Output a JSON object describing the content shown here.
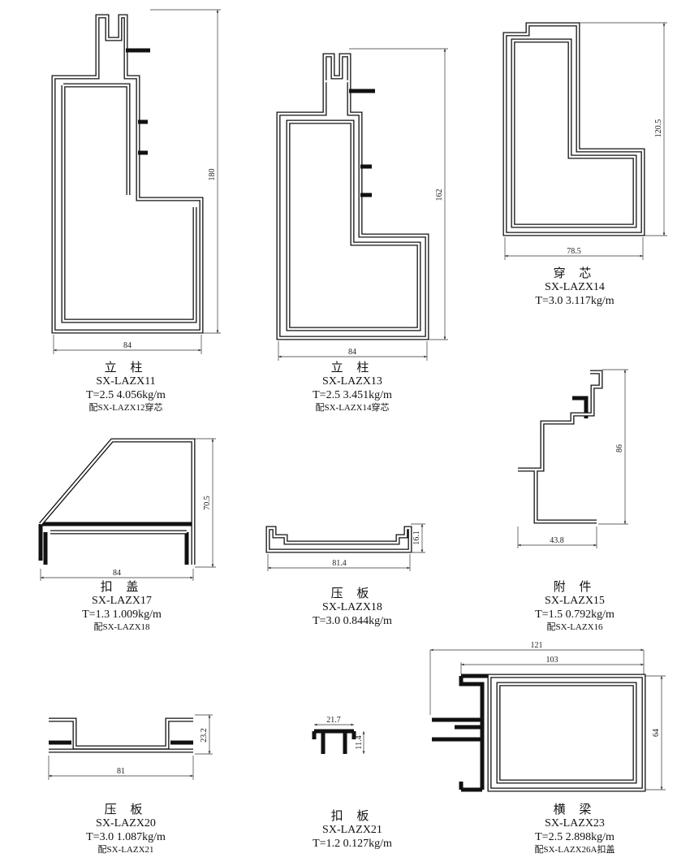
{
  "profiles": [
    {
      "name": "立 柱",
      "code": "SX-LAZX11",
      "spec": "T=2.5 4.056kg/m",
      "match": "配SX-LAZX12穿芯",
      "dims": [
        "180",
        "84"
      ]
    },
    {
      "name": "立 柱",
      "code": "SX-LAZX13",
      "spec": "T=2.5 3.451kg/m",
      "match": "配SX-LAZX14穿芯",
      "dims": [
        "162",
        "84"
      ]
    },
    {
      "name": "穿 芯",
      "code": "SX-LAZX14",
      "spec": "T=3.0 3.117kg/m",
      "dims": [
        "120.5",
        "78.5"
      ]
    },
    {
      "name": "扣 盖",
      "code": "SX-LAZX17",
      "spec": "T=1.3 1.009kg/m",
      "match": "配SX-LAZX18",
      "dims": [
        "70.5",
        "84"
      ]
    },
    {
      "name": "压 板",
      "code": "SX-LAZX18",
      "spec": "T=3.0 0.844kg/m",
      "dims": [
        "16.1",
        "81.4"
      ]
    },
    {
      "name": "附 件",
      "code": "SX-LAZX15",
      "spec": "T=1.5 0.792kg/m",
      "match": "配SX-LAZX16",
      "dims": [
        "86",
        "43.8"
      ]
    },
    {
      "name": "压 板",
      "code": "SX-LAZX20",
      "spec": "T=3.0 1.087kg/m",
      "match": "配SX-LAZX21",
      "dims": [
        "23.2",
        "81"
      ]
    },
    {
      "name": "扣 板",
      "code": "SX-LAZX21",
      "spec": "T=1.2 0.127kg/m",
      "dims": [
        "21.7",
        "11.4"
      ]
    },
    {
      "name": "横 梁",
      "code": "SX-LAZX23",
      "spec": "T=2.5 2.898kg/m",
      "match": "配SX-LAZX26A扣盖",
      "dims": [
        "121",
        "103",
        "64"
      ]
    }
  ]
}
